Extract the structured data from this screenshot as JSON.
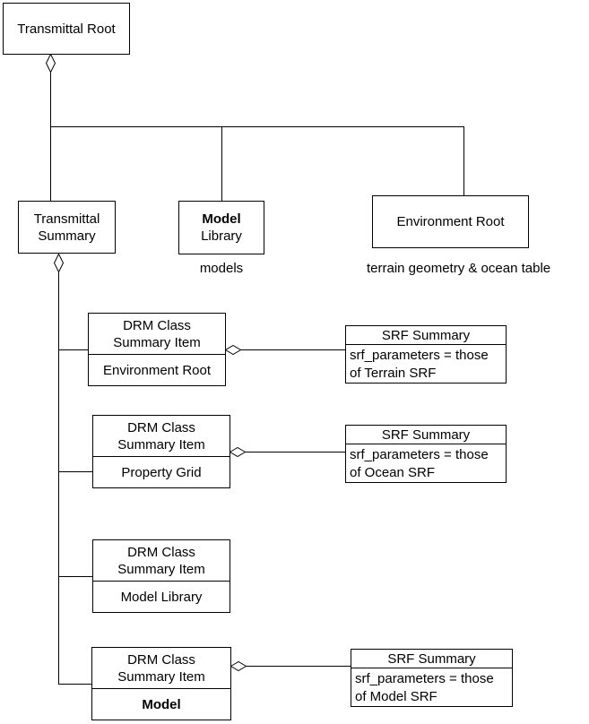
{
  "boxes": {
    "transmittal_root": {
      "label": "Transmittal Root"
    },
    "transmittal_summary": {
      "line1": "Transmittal",
      "line2": "Summary"
    },
    "model_library": {
      "line1": "Model",
      "line2": "Library"
    },
    "environment_root": {
      "label": "Environment Root"
    }
  },
  "annotations": {
    "model_library": "models",
    "environment_root": "terrain geometry & ocean table"
  },
  "drm_items": [
    {
      "title1": "DRM Class",
      "title2": "Summary Item",
      "value": "Environment Root"
    },
    {
      "title1": "DRM Class",
      "title2": "Summary Item",
      "value": "Property Grid"
    },
    {
      "title1": "DRM Class",
      "title2": "Summary Item",
      "value": "Model Library"
    },
    {
      "title1": "DRM Class",
      "title2": "Summary Item",
      "value": "Model"
    }
  ],
  "srf_boxes": [
    {
      "title": "SRF Summary",
      "body1": "srf_parameters = those",
      "body2": "of Terrain SRF"
    },
    {
      "title": "SRF Summary",
      "body1": "srf_parameters = those",
      "body2": "of Ocean SRF"
    },
    {
      "title": "SRF Summary",
      "body1": "srf_parameters = those",
      "body2": "of Model SRF"
    }
  ],
  "colors": {
    "background": "#ffffff",
    "line": "#000000",
    "text": "#000000"
  }
}
